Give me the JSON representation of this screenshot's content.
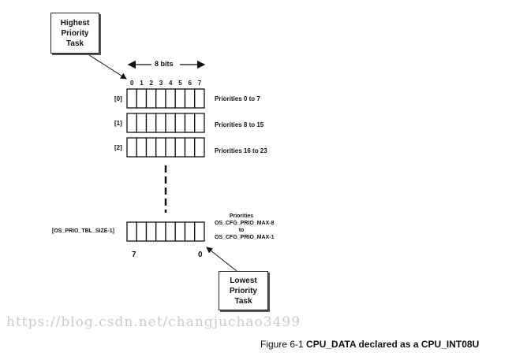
{
  "highest_box": {
    "lines": [
      "Highest",
      "Priority",
      "Task"
    ]
  },
  "lowest_box": {
    "lines": [
      "Lowest",
      "Priority",
      "Task"
    ]
  },
  "width_label": "8 bits",
  "bit_numbers": [
    "0",
    "1",
    "2",
    "3",
    "4",
    "5",
    "6",
    "7"
  ],
  "rows": [
    {
      "index": "[0]",
      "label": "Priorities 0 to 7"
    },
    {
      "index": "[1]",
      "label": "Priorities 8  to 15"
    },
    {
      "index": "[2]",
      "label": "Priorities 16 to 23"
    }
  ],
  "last_row": {
    "index": "[OS_PRIO_TBL_SIZE-1]",
    "label_lines": [
      "Priorities",
      "OS_CFG_PRIO_MAX-8",
      "to",
      "OS_CFG_PRIO_MAX-1"
    ],
    "left_bit": "7",
    "right_bit": "0"
  },
  "caption": {
    "prefix": "Figure 6-1",
    "title": "CPU_DATA declared as a CPU_INT08U"
  },
  "watermark": "https://blog.csdn.net/changjuchao3499"
}
